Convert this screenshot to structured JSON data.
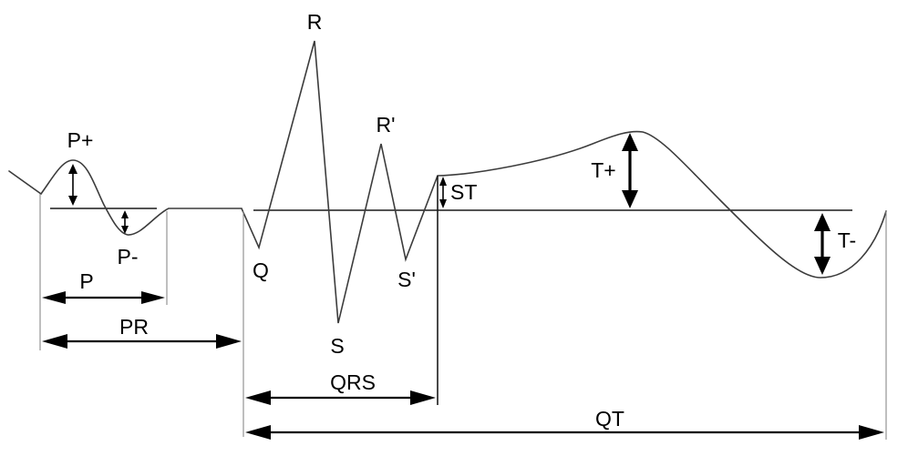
{
  "labels": {
    "r": "R",
    "q": "Q",
    "s": "S",
    "r_prime": "R'",
    "s_prime": "S'",
    "p_plus": "P+",
    "p_minus": "P-",
    "st": "ST",
    "t_plus": "T+",
    "t_minus": "T-",
    "p": "P",
    "pr": "PR",
    "qrs": "QRS",
    "qt": "QT"
  }
}
